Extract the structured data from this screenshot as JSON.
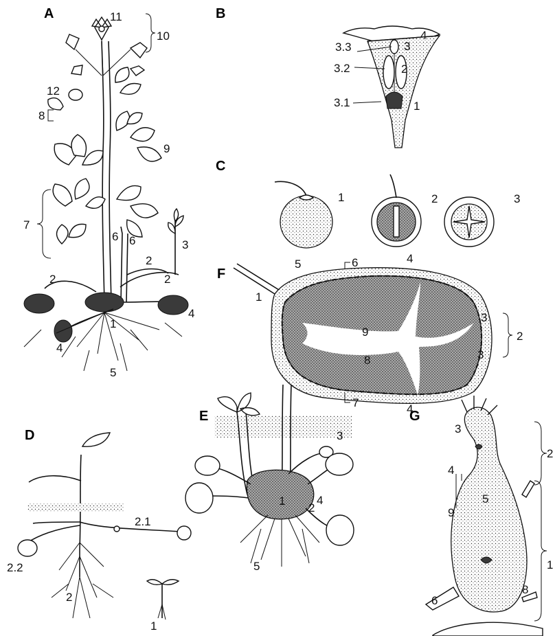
{
  "panels": {
    "A": {
      "title": "A",
      "labels": {
        "l1": "1",
        "l2a": "2",
        "l2b": "2",
        "l2c": "2",
        "l3": "3",
        "l4a": "4",
        "l4b": "4",
        "l5": "5",
        "l6a": "6",
        "l6b": "6",
        "l7": "7",
        "l8": "8",
        "l9": "9",
        "l10": "10",
        "l11": "11",
        "l12": "12"
      }
    },
    "B": {
      "title": "B",
      "labels": {
        "l1": "1",
        "l2": "2",
        "l3": "3",
        "l4": "4",
        "l31": "3.1",
        "l32": "3.2",
        "l33": "3.3"
      }
    },
    "C": {
      "title": "C",
      "labels": {
        "l1": "1",
        "l2": "2",
        "l3": "3"
      }
    },
    "D": {
      "title": "D",
      "labels": {
        "l1": "1",
        "l2": "2",
        "l21": "2.1",
        "l22": "2.2"
      }
    },
    "E": {
      "title": "E",
      "labels": {
        "l1": "1",
        "l2": "2",
        "l3": "3",
        "l4": "4",
        "l5": "5"
      }
    },
    "F": {
      "title": "F",
      "labels": {
        "l1": "1",
        "l2": "2",
        "l3a": "3",
        "l3b": "3",
        "l4a": "4",
        "l4b": "4",
        "l5": "5",
        "l6": "6",
        "l7": "7",
        "l8": "8",
        "l9": "9"
      }
    },
    "G": {
      "title": "G",
      "labels": {
        "l1": "1",
        "l2": "2",
        "l3": "3",
        "l4": "4",
        "l5": "5",
        "l6": "6",
        "l8": "8",
        "l9": "9"
      }
    }
  }
}
